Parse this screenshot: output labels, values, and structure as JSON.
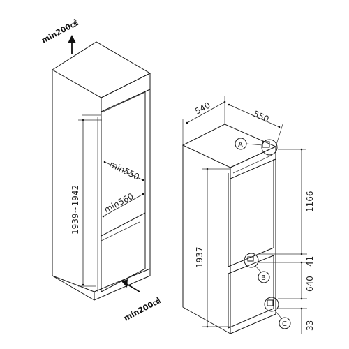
{
  "labels": {
    "vent_top": "min200㎠",
    "vent_bottom": "min200㎠",
    "niche_height": "1939~1942",
    "niche_width": "min550",
    "niche_depth": "min560",
    "fridge_width": "540",
    "fridge_depth": "550",
    "fridge_height": "1937",
    "door_upper": "1166",
    "gap_middle": "41",
    "door_lower": "640",
    "gap_bottom": "33",
    "callout_a": "A",
    "callout_b": "B",
    "callout_c": "C"
  }
}
